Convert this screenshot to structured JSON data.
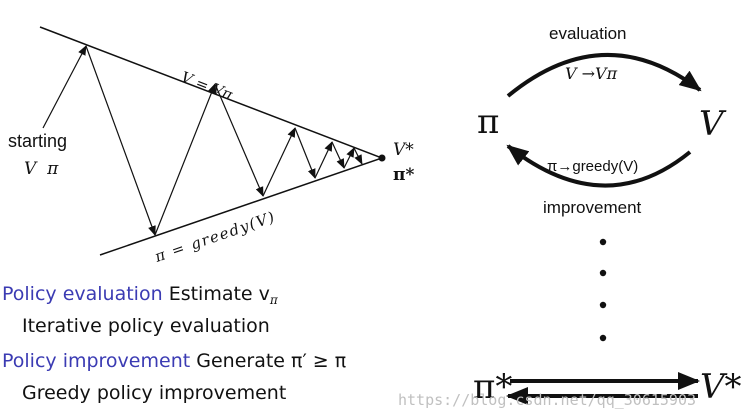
{
  "left_diagram": {
    "starting_label": "starting",
    "starting_sub": "V  π",
    "upper_line_label": "V = Vπ",
    "lower_line_label": "π = greedy(V)",
    "convergence_v": "V*",
    "convergence_pi": "π*"
  },
  "right_diagram": {
    "evaluation_label": "evaluation",
    "evaluation_formula": "V →Vπ",
    "pi_node": "π",
    "v_node": "V",
    "improvement_formula": "π→greedy(V)",
    "improvement_label": "improvement",
    "pi_star": "π*",
    "v_star": "V*"
  },
  "text_block": {
    "line1_highlight": "Policy evaluation",
    "line1_rest": "Estimate v",
    "line1_sub": "π",
    "line2": "Iterative policy evaluation",
    "line3_highlight": "Policy improvement",
    "line3_rest": "Generate π′ ≥ π",
    "line4": "Greedy policy improvement"
  },
  "watermark": "https://blog.csdn.net/qq_30615903",
  "colors": {
    "highlight": "#3b3bb3",
    "ink": "#111111",
    "watermark": "#c0c0c0"
  }
}
